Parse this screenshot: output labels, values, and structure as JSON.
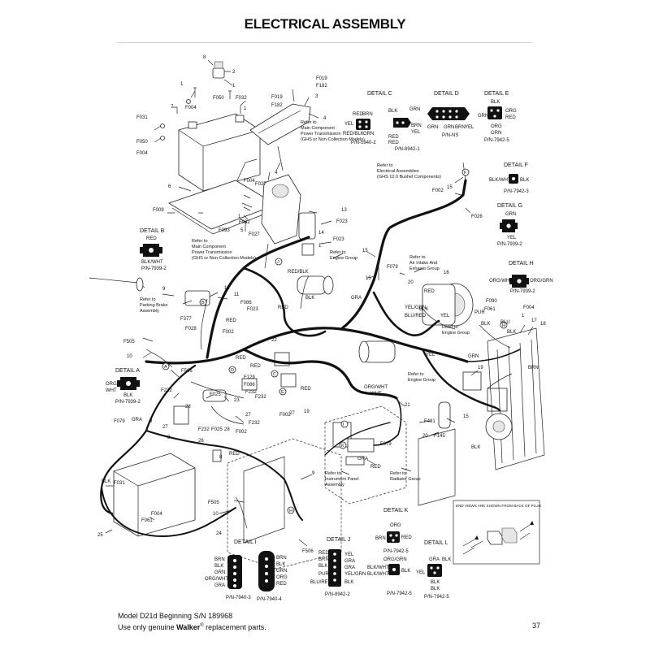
{
  "title": "ELECTRICAL ASSEMBLY",
  "footer": {
    "line1": "Model D21d Beginning S/N 189968",
    "line2_prefix": "Use only genuine ",
    "line2_brand": "Walker",
    "line2_reg": "®",
    "line2_suffix": " replacement parts.",
    "page_number": "37"
  },
  "callouts": {
    "n1": "1",
    "n2": "2",
    "n3": "3",
    "n4": "4",
    "n5": "5",
    "n6": "6",
    "n7": "7",
    "n8": "8",
    "n9": "9",
    "n10": "10",
    "n11": "11",
    "n12": "12",
    "n13": "13",
    "n14": "14",
    "n15": "15",
    "n16": "16",
    "n17": "17",
    "n18": "18",
    "n19": "19",
    "n20": "20",
    "n21": "21",
    "n22": "22",
    "n23": "23",
    "n24": "24",
    "n25": "25",
    "n26": "26",
    "n27": "27",
    "n28": "28",
    "f004": "F004",
    "f009": "F009",
    "f019": "F019",
    "f023": "F023",
    "f025": "F025",
    "f026": "F026",
    "f027": "F027",
    "f028": "F028",
    "f031": "F031",
    "f032": "F032",
    "f050": "F050",
    "f061": "F061",
    "f079": "F079",
    "f086": "F086",
    "f090": "F090",
    "f093": "F093",
    "f129": "F129",
    "f145": "F145",
    "f182": "F182",
    "f232": "F232",
    "f377": "F377",
    "f491": "F491",
    "f505": "F505",
    "f506": "F506",
    "f002": "F002"
  },
  "wire_labels": {
    "red": "RED",
    "blk": "BLK",
    "gra": "GRA",
    "grn": "GRN",
    "pur": "PUR",
    "blu": "BLU",
    "brn": "BRN",
    "org_wht": "ORG/\nWHT",
    "red_blk": "RED/BLK",
    "yel_grn": "YEL/GRN",
    "blu_red": "BLU/RED",
    "yel": "YEL"
  },
  "references": {
    "main_comp_1": [
      "Refer to",
      "Main Component",
      "Power Transmission",
      "(GHS or Non-Collection Models)"
    ],
    "main_comp_2": [
      "Refer to",
      "Main Component",
      "Power Transmission",
      "(GHS or Non-Collection Models)"
    ],
    "elec_assemblies": [
      "Refer to",
      "Electrical Assemblies",
      "(GHS 10.0 Bushel Components)"
    ],
    "engine_group_1": [
      "Refer to",
      "Engine Group"
    ],
    "engine_group_2": [
      "Refer to",
      "Engine Group"
    ],
    "engine_group_3": [
      "Refer to",
      "Engine Group"
    ],
    "air_intake": [
      "Refer to",
      "Air Intake And",
      "Exhaust Group"
    ],
    "parking_brake": [
      "Refer to",
      "Parking Brake",
      "Assembly"
    ],
    "instrument_panel": [
      "Refer to",
      "Instrument Panel",
      "Assembly"
    ],
    "radiator": [
      "Refer to",
      "Radiator Group"
    ]
  },
  "details": {
    "a": {
      "title": "DETAIL A",
      "pins": [
        "ORG/",
        "WHT",
        "BLK"
      ],
      "pn": "P/N-7939-2"
    },
    "b": {
      "title": "DETAIL B",
      "pins": [
        "RED",
        "BLK/WHT"
      ],
      "pn": "P/N-7939-2"
    },
    "c": {
      "title": "DETAIL C",
      "pins": [
        "RED",
        "BRN",
        "YEL",
        "RED/BLK",
        "GRN"
      ],
      "pn": "P/N-5940-2"
    },
    "c2": {
      "pins": [
        "BLK",
        "GRN",
        "BRN",
        "YEL",
        "RED",
        "RED",
        "BRN"
      ],
      "pn": "P/N-8942-1"
    },
    "d": {
      "title": "DETAIL D",
      "pins": [
        "GRN",
        "BRN",
        "YEL"
      ],
      "pn": "P/N-NS"
    },
    "e": {
      "title": "DETAIL E",
      "pins": [
        "BLK",
        "GRN",
        "ORG",
        "RED",
        "ORG",
        "GRN"
      ],
      "pn": "P/N-7942-5"
    },
    "f": {
      "title": "DETAIL F",
      "pins": [
        "BLK/WHT",
        "BLK"
      ],
      "pn": "P/N-7942-3"
    },
    "g": {
      "title": "DETAIL G",
      "pins": [
        "GRN",
        "YEL"
      ],
      "pn": "P/N-7939-2"
    },
    "h": {
      "title": "DETAIL H",
      "pins": [
        "ORG/WHT",
        "ORG/GRN"
      ],
      "pn": "P/N-7939-2"
    },
    "i": {
      "title": "DETAIL I",
      "pins_left": [
        "BRN",
        "BLK",
        "GRN",
        "ORG/WHT",
        "GRA"
      ],
      "pn_left": "P/N-7940-3",
      "pins_right": [
        "BRN",
        "BLK",
        "GRN",
        "ORG",
        "RED"
      ],
      "pn_right": "P/N-7940-4"
    },
    "j": {
      "title": "DETAIL J",
      "pins_left": [
        "RED",
        "BRN",
        "BLK",
        "PUR",
        "BLU/RED"
      ],
      "pins_right": [
        "YEL",
        "GRA",
        "GRA",
        "YEL/GRN",
        "BLK"
      ],
      "pn": "P/N-8942-2"
    },
    "k": {
      "title": "DETAIL K",
      "pins": [
        "ORG",
        "BRN",
        "RED"
      ],
      "pn": "P/N-7942-5",
      "pins2": [
        "ORG/GRN",
        "BLK/WHT",
        "BLK/WHT",
        "BLK"
      ],
      "pn2": "P/N-7942-5"
    },
    "l": {
      "title": "DETAIL L",
      "pins": [
        "GRA",
        "BLK",
        "YEL",
        "BLK",
        "BLK"
      ],
      "pn": "P/N-7942-5"
    }
  },
  "end_views_note": "END VIEWS ARE SHOWN FROM BACK OF PLUG"
}
